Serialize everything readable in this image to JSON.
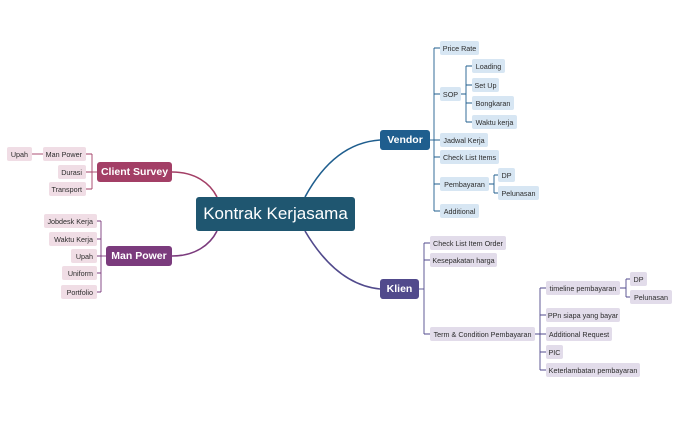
{
  "root": "Kontrak Kerjasama",
  "vendor": {
    "label": "Vendor",
    "price_rate": "Price Rate",
    "sop": {
      "label": "SOP",
      "loading": "Loading",
      "setup": "Set Up",
      "bongkaran": "Bongkaran",
      "waktu_kerja": "Waktu kerja"
    },
    "jadwal_kerja": "Jadwal Kerja",
    "check_list_items": "Check List Items",
    "pembayaran": {
      "label": "Pembayaran",
      "dp": "DP",
      "pelunasan": "Pelunasan"
    },
    "additional": "Additional"
  },
  "klien": {
    "label": "Klien",
    "check_list_item_order": "Check List Item Order",
    "kesepakatan_harga": "Kesepakatan harga",
    "term_condition": {
      "label": "Term & Condition Pembayaran",
      "timeline": {
        "label": "timeline pembayaran",
        "dp": "DP",
        "pelunasan": "Pelunasan"
      },
      "ppn": "PPn siapa yang bayar",
      "additional_request": "Additional Request",
      "pic": "PIC",
      "keterlambatan": "Keterlambatan pembayaran"
    }
  },
  "client_survey": {
    "label": "Client Survey",
    "man_power": {
      "label": "Man Power",
      "upah": "Upah"
    },
    "durasi": "Durasi",
    "transport": "Transport"
  },
  "man_power": {
    "label": "Man Power",
    "jobdesk_kerja": "Jobdesk Kerja",
    "waktu_kerja": "Waktu Kerja",
    "upah": "Upah",
    "uniform": "Uniform",
    "portfolio": "Portfolio"
  },
  "colors": {
    "root": "#1f5670",
    "vendor": "#1f5e8e",
    "klien": "#514a8c",
    "client_survey": "#a33f66",
    "man_power": "#7b3b7d",
    "leaf_blue": "#d7e6f3",
    "leaf_purple": "#e2dcea",
    "leaf_pink": "#f0dde5"
  }
}
